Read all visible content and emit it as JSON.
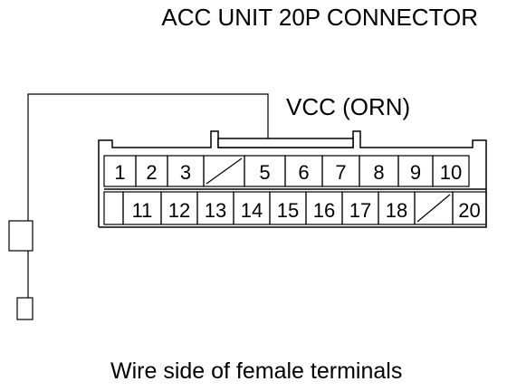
{
  "title": "ACC UNIT 20P CONNECTOR",
  "wire_label": "VCC (ORN)",
  "caption": "Wire side of female terminals",
  "connector": {
    "top_row": [
      "1",
      "2",
      "3",
      "",
      "5",
      "6",
      "7",
      "8",
      "9",
      "10"
    ],
    "bottom_row": [
      "",
      "11",
      "12",
      "13",
      "14",
      "15",
      "16",
      "17",
      "18",
      "",
      "20"
    ]
  }
}
